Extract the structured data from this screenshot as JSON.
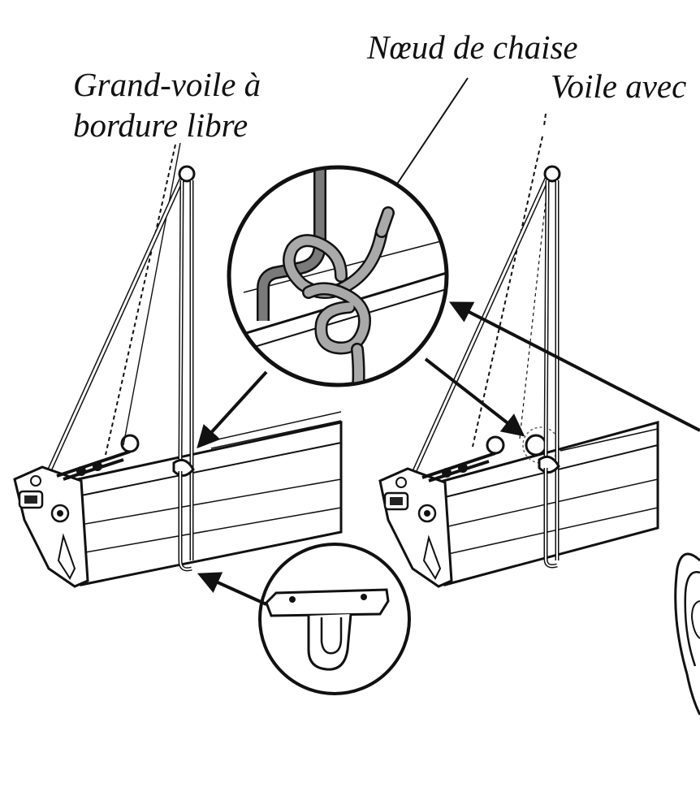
{
  "labels": {
    "knot": "Nœud de chaise",
    "main_line1": "Grand-voile à",
    "main_line2": "bordure libre",
    "other": "Voile avec"
  },
  "colors": {
    "ink": "#111111",
    "rope_dark": "#7a7a7a",
    "rope_light": "#a9a9a9",
    "boom_fill": "#ffffff",
    "boom_shade": "#e6e6e6"
  },
  "icons": [
    "bowline-knot-detail",
    "slider-detail",
    "arrow"
  ]
}
